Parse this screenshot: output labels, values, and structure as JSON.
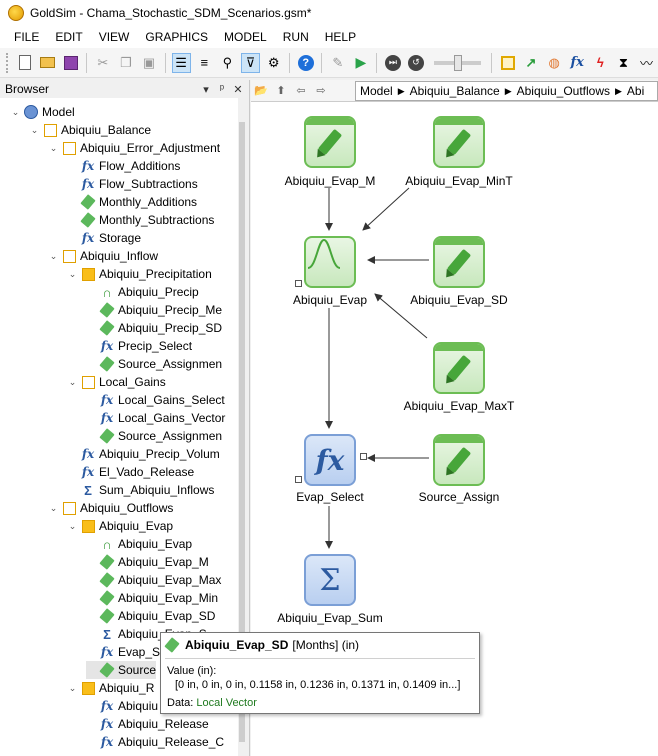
{
  "window": {
    "title": "GoldSim  - Chama_Stochastic_SDM_Scenarios.gsm*"
  },
  "menu": [
    "FILE",
    "EDIT",
    "VIEW",
    "GRAPHICS",
    "MODEL",
    "RUN",
    "HELP"
  ],
  "browser": {
    "title": "Browser",
    "pin_glyph": "▾",
    "dock_glyph": "ᵖ",
    "close_glyph": "✕"
  },
  "tree": [
    {
      "label": "Model",
      "icon": "model-icon",
      "level": 0,
      "toggle": "minus"
    },
    {
      "label": "Abiquiu_Balance",
      "icon": "container-icon",
      "level": 1,
      "toggle": "minus"
    },
    {
      "label": "Abiquiu_Error_Adjustment",
      "icon": "container-icon",
      "level": 2,
      "toggle": "minus"
    },
    {
      "label": "Flow_Additions",
      "icon": "expression-icon",
      "level": 3,
      "toggle": ""
    },
    {
      "label": "Flow_Subtractions",
      "icon": "expression-icon",
      "level": 3,
      "toggle": ""
    },
    {
      "label": "Monthly_Additions",
      "icon": "data-icon",
      "level": 3,
      "toggle": ""
    },
    {
      "label": "Monthly_Subtractions",
      "icon": "data-icon",
      "level": 3,
      "toggle": ""
    },
    {
      "label": "Storage",
      "icon": "expression-icon",
      "level": 3,
      "toggle": ""
    },
    {
      "label": "Abiquiu_Inflow",
      "icon": "container-icon",
      "level": 2,
      "toggle": "minus"
    },
    {
      "label": "Abiquiu_Precipitation",
      "icon": "container-filled-icon",
      "level": 3,
      "toggle": "minus"
    },
    {
      "label": "Abiquiu_Precip",
      "icon": "stochastic-icon",
      "level": 4,
      "toggle": ""
    },
    {
      "label": "Abiquiu_Precip_Me",
      "icon": "data-icon",
      "level": 4,
      "toggle": ""
    },
    {
      "label": "Abiquiu_Precip_SD",
      "icon": "data-icon",
      "level": 4,
      "toggle": ""
    },
    {
      "label": "Precip_Select",
      "icon": "expression-icon",
      "level": 4,
      "toggle": ""
    },
    {
      "label": "Source_Assignmen",
      "icon": "data-icon",
      "level": 4,
      "toggle": ""
    },
    {
      "label": "Local_Gains",
      "icon": "container-icon",
      "level": 3,
      "toggle": "minus"
    },
    {
      "label": "Local_Gains_Select",
      "icon": "expression-icon",
      "level": 4,
      "toggle": ""
    },
    {
      "label": "Local_Gains_Vector",
      "icon": "expression-icon",
      "level": 4,
      "toggle": ""
    },
    {
      "label": "Source_Assignmen",
      "icon": "data-icon",
      "level": 4,
      "toggle": ""
    },
    {
      "label": "Abiquiu_Precip_Volum",
      "icon": "expression-icon",
      "level": 3,
      "toggle": ""
    },
    {
      "label": "El_Vado_Release",
      "icon": "expression-icon",
      "level": 3,
      "toggle": ""
    },
    {
      "label": "Sum_Abiquiu_Inflows",
      "icon": "sum-icon",
      "level": 3,
      "toggle": ""
    },
    {
      "label": "Abiquiu_Outflows",
      "icon": "container-icon",
      "level": 2,
      "toggle": "minus"
    },
    {
      "label": "Abiquiu_Evap",
      "icon": "container-filled-icon",
      "level": 3,
      "toggle": "minus"
    },
    {
      "label": "Abiquiu_Evap",
      "icon": "stochastic-icon",
      "level": 4,
      "toggle": ""
    },
    {
      "label": "Abiquiu_Evap_M",
      "icon": "data-icon",
      "level": 4,
      "toggle": ""
    },
    {
      "label": "Abiquiu_Evap_Max",
      "icon": "data-icon",
      "level": 4,
      "toggle": ""
    },
    {
      "label": "Abiquiu_Evap_Min",
      "icon": "data-icon",
      "level": 4,
      "toggle": ""
    },
    {
      "label": "Abiquiu_Evap_SD",
      "icon": "data-icon",
      "level": 4,
      "toggle": ""
    },
    {
      "label": "Abiquiu_Evap_S",
      "icon": "sum-icon",
      "level": 4,
      "toggle": ""
    },
    {
      "label": "Evap_S",
      "icon": "expression-icon",
      "level": 4,
      "toggle": ""
    },
    {
      "label": "Source",
      "icon": "data-icon",
      "level": 4,
      "toggle": "",
      "selected": true
    },
    {
      "label": "Abiquiu_R",
      "icon": "container-filled-icon",
      "level": 3,
      "toggle": "minus"
    },
    {
      "label": "Abiquiu",
      "icon": "expression-icon",
      "level": 4,
      "toggle": ""
    },
    {
      "label": "Abiquiu_Release",
      "icon": "expression-icon",
      "level": 4,
      "toggle": ""
    },
    {
      "label": "Abiquiu_Release_C",
      "icon": "expression-icon",
      "level": 4,
      "toggle": ""
    }
  ],
  "breadcrumb": [
    "Model",
    "Abiquiu_Balance",
    "Abiquiu_Outflows",
    "Abi"
  ],
  "nodes": {
    "evap_m": "Abiquiu_Evap_M",
    "evap_mint": "Abiquiu_Evap_MinT",
    "evap": "Abiquiu_Evap",
    "evap_sd": "Abiquiu_Evap_SD",
    "evap_maxt": "Abiquiu_Evap_MaxT",
    "evap_select": "Evap_Select",
    "source_assign": "Source_Assign",
    "evap_sum": "Abiquiu_Evap_Sum"
  },
  "tooltip": {
    "name": "Abiquiu_Evap_SD",
    "meta": "[Months] (in)",
    "value_label": "Value (in):",
    "value": "[0 in, 0 in, 0 in, 0.1158 in, 0.1236 in, 0.1371 in, 0.1409 in...]",
    "data_label": "Data:",
    "data_type": "Local Vector"
  }
}
